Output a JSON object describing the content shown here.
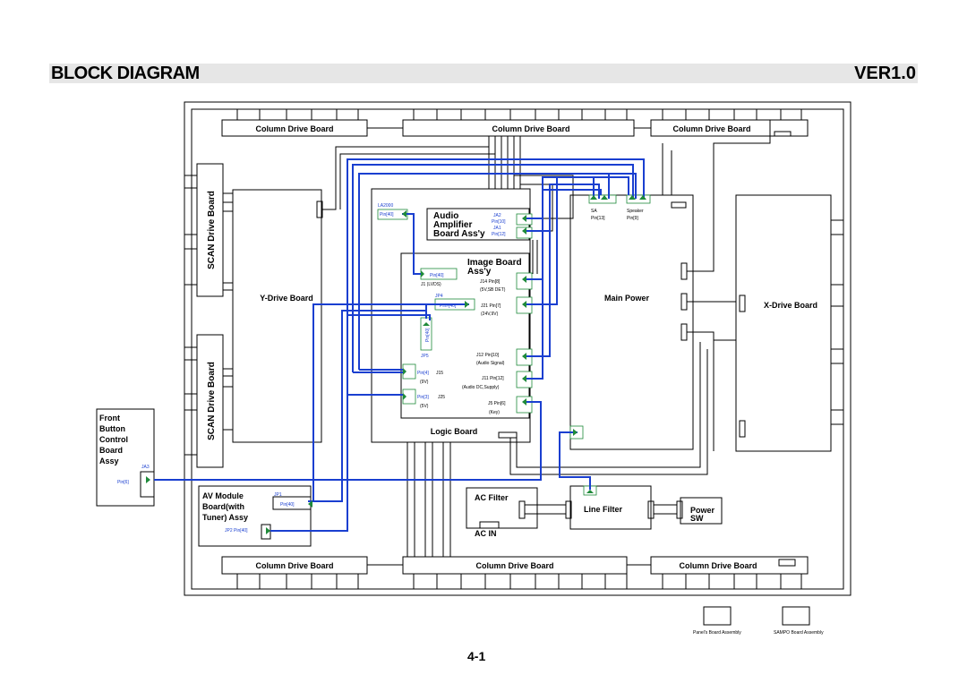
{
  "header": {
    "title": "BLOCK DIAGRAM",
    "version": "VER1.0"
  },
  "boards": {
    "column_top_left": "Column Drive Board",
    "column_top_mid": "Column Drive Board",
    "column_top_right": "Column Drive Board",
    "column_bot_left": "Column Drive Board",
    "column_bot_mid": "Column Drive Board",
    "column_bot_right": "Column Drive Board",
    "scan_top": "SCAN Drive Board",
    "scan_bottom": "SCAN Drive Board",
    "y_drive": "Y-Drive Board",
    "x_drive": "X-Drive Board",
    "main_power": "Main Power",
    "logic": "Logic Board",
    "audio": [
      "Audio",
      "Amplifier",
      "Board Ass'y"
    ],
    "image": [
      "Image Board",
      "Ass'y"
    ],
    "front": [
      "Front",
      "Button",
      "Control",
      "Board",
      "Assy"
    ],
    "av": [
      "AV Module",
      "Board(with",
      "Tuner) Assy"
    ],
    "ac_filter": "AC Filter",
    "ac_in": "AC IN",
    "line_filter": "Line Filter",
    "power_sw": [
      "Power",
      "SW"
    ]
  },
  "connectors": {
    "la2000": "LA2000",
    "la_pin": "Pin[40]",
    "ja2": "JA2",
    "ja2_pin": "Pin[10]",
    "ja1": "JA1",
    "ja1_pin": "Pin[12]",
    "j1_pin": "Pin[40]",
    "j1": "J1    (LVDS)",
    "j14": "J14    Pin[8]",
    "j14_desc": "(5V,SB DET)",
    "jp4": "JP4",
    "jp4_pin": "Pin#[40]",
    "j21": "J21    Pin[7]",
    "j21_desc": "(24V,9V)",
    "jp5_pin": "Pin[40]",
    "jp5": "JP5",
    "j12": "J12    Pin[10]",
    "j12_desc": "(Audio Signal)",
    "j15_pin": "Pin[4]",
    "j15": "J15",
    "j15_desc": "(9V)",
    "j11": "J11  Pin[12]",
    "j11_desc": "(Audio DC,Supply)",
    "j25_pin": "Pin[3]",
    "j25": "J25",
    "j25_desc": "(5V)",
    "j5": "J5   Pin[6]",
    "j5_desc": "(Key)",
    "sa": "SA",
    "sa_pin": "Pin[13]",
    "speaker": "Speaker",
    "speaker_pin": "Pin[9]",
    "ja3": "JA3",
    "ja3_pin": "Pin[6]",
    "jp1": "JP1",
    "jp1_pin": "Pin[40]",
    "jp2": "JP2  Pin[40]"
  },
  "legend": {
    "panel": "Panel's Board Assembly",
    "sampo": "SAMPO Board Assembly"
  },
  "page_number": "4-1",
  "colors": {
    "wire": "#1a3fd0",
    "connector": "#1f8a3a",
    "header_bg": "#e6e6e6"
  }
}
